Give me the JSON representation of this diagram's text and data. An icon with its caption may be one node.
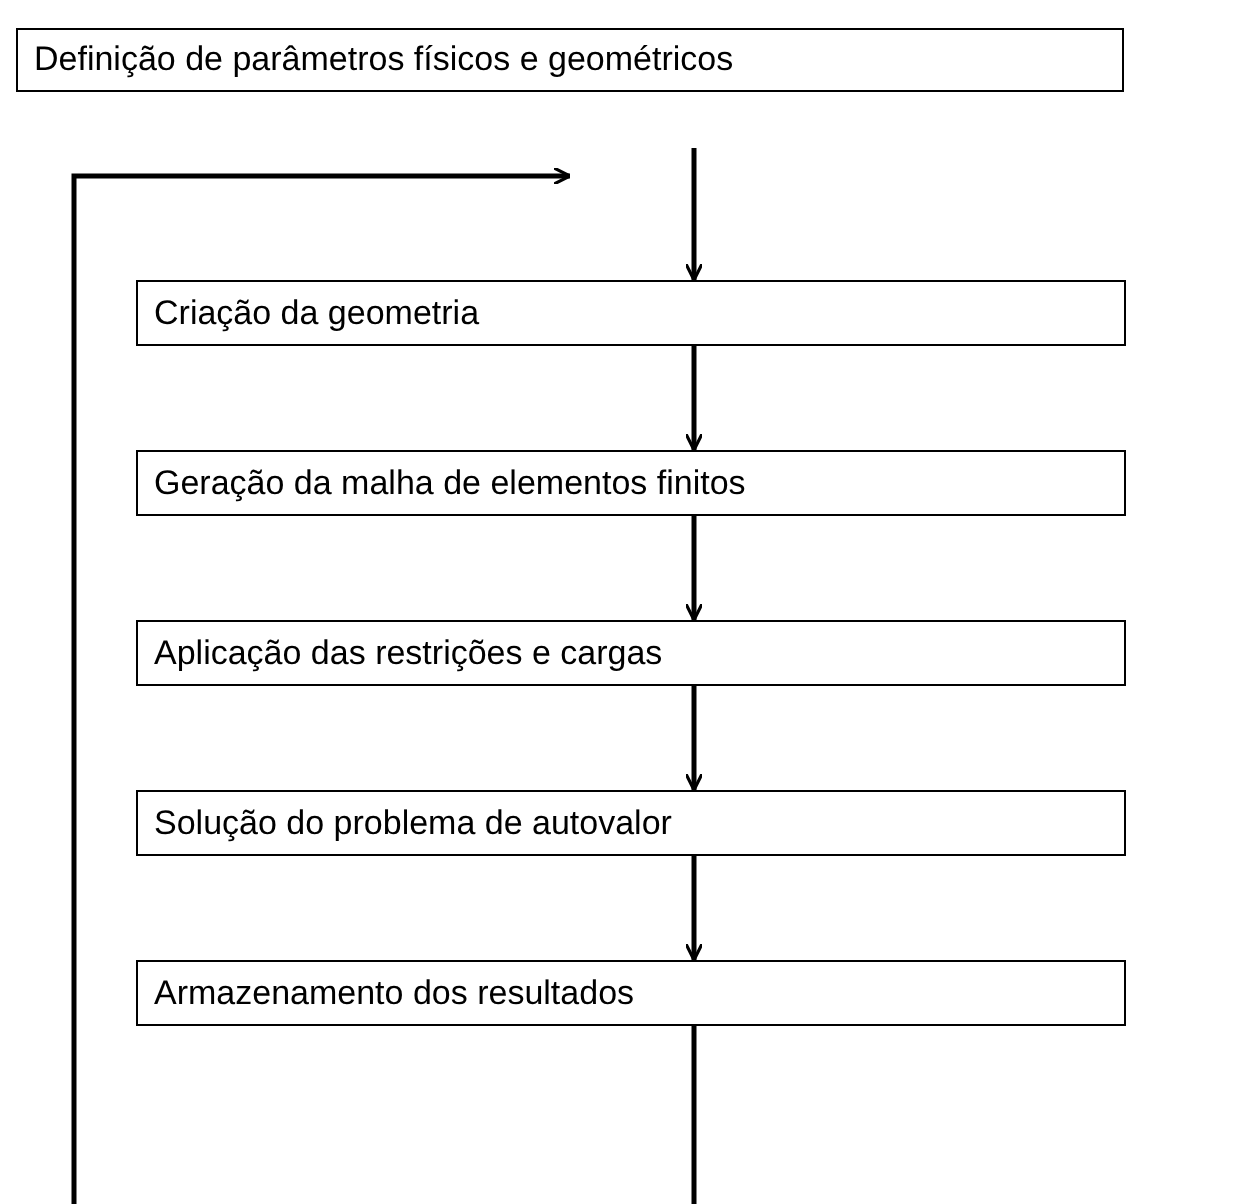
{
  "diagram": {
    "nodes": [
      {
        "text": [
          "Definição de parâmetros físicos e geométricos"
        ]
      },
      {
        "text": [
          "Criação da geometria"
        ]
      },
      {
        "text": [
          "Geração da malha de elementos finitos"
        ]
      },
      {
        "text": [
          "Aplicação das restrições e cargas"
        ]
      },
      {
        "text": [
          "Solução do problema de autovalor"
        ]
      },
      {
        "text": [
          "Armazenamento dos resultados"
        ]
      }
    ],
    "edges": [
      {
        "from": null,
        "to": 1,
        "arrow": "to"
      },
      {
        "from": 1,
        "to": 2,
        "arrow": "to"
      },
      {
        "from": 2,
        "to": 3,
        "arrow": "to"
      },
      {
        "from": 3,
        "to": 4,
        "arrow": "to"
      },
      {
        "from": 4,
        "to": 5,
        "arrow": "to"
      },
      {
        "from": 5,
        "to": null,
        "arrow": "none"
      },
      {
        "from": null,
        "to": 1,
        "arrow": "to"
      }
    ]
  }
}
